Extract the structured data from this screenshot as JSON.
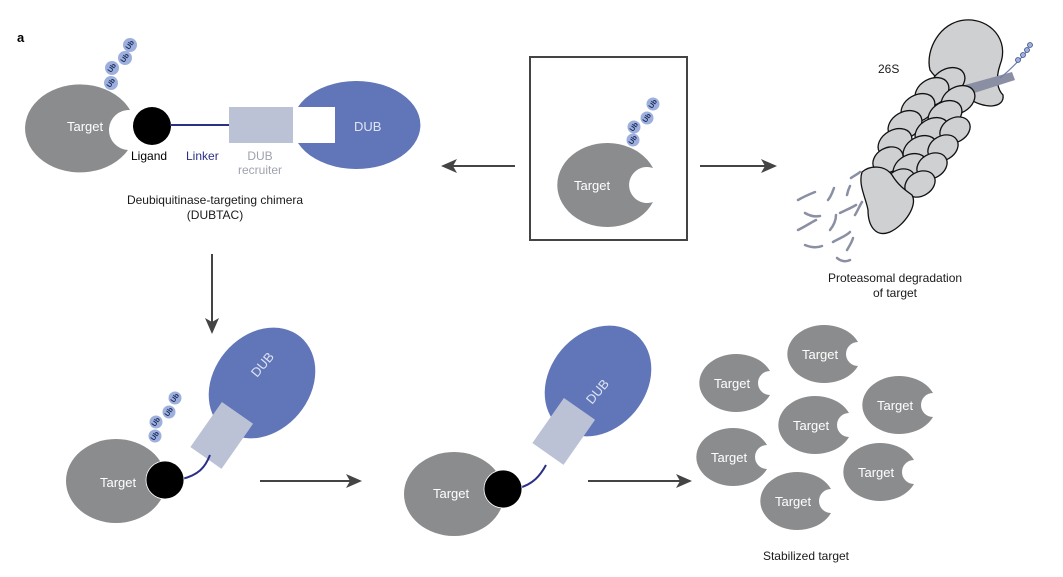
{
  "panel_label": "a",
  "colors": {
    "target": "#8b8c8e",
    "dub": "#6176b8",
    "dub_recruiter": "#bcc2d6",
    "ubiquitin": "#9db0dd",
    "linker": "#2b2f86",
    "ligand": "#000000",
    "arrow": "#444444",
    "proteasome": "#cfd0d2",
    "peptide": "#8a8fa3"
  },
  "dubtac": {
    "target_label": "Target",
    "dub_label": "DUB",
    "ligand_label": "Ligand",
    "linker_label": "Linker",
    "recruiter_label_line1": "DUB",
    "recruiter_label_line2": "recruiter",
    "caption_line1": "Deubiquitinase-targeting chimera",
    "caption_line2": "(DUBTAC)",
    "ub_label": "Ub"
  },
  "center_box": {
    "target_label": "Target",
    "ub_label": "Ub"
  },
  "proteasome": {
    "label": "26S",
    "caption_line1": "Proteasomal degradation",
    "caption_line2": "of target"
  },
  "ternary_complex": {
    "target_label": "Target",
    "dub_label": "DUB",
    "ub_label": "Ub"
  },
  "deubiquitinated_complex": {
    "target_label": "Target",
    "dub_label": "DUB"
  },
  "stabilized": {
    "target_labels": [
      "Target",
      "Target",
      "Target",
      "Target",
      "Target",
      "Target",
      "Target"
    ],
    "caption": "Stabilized target"
  }
}
